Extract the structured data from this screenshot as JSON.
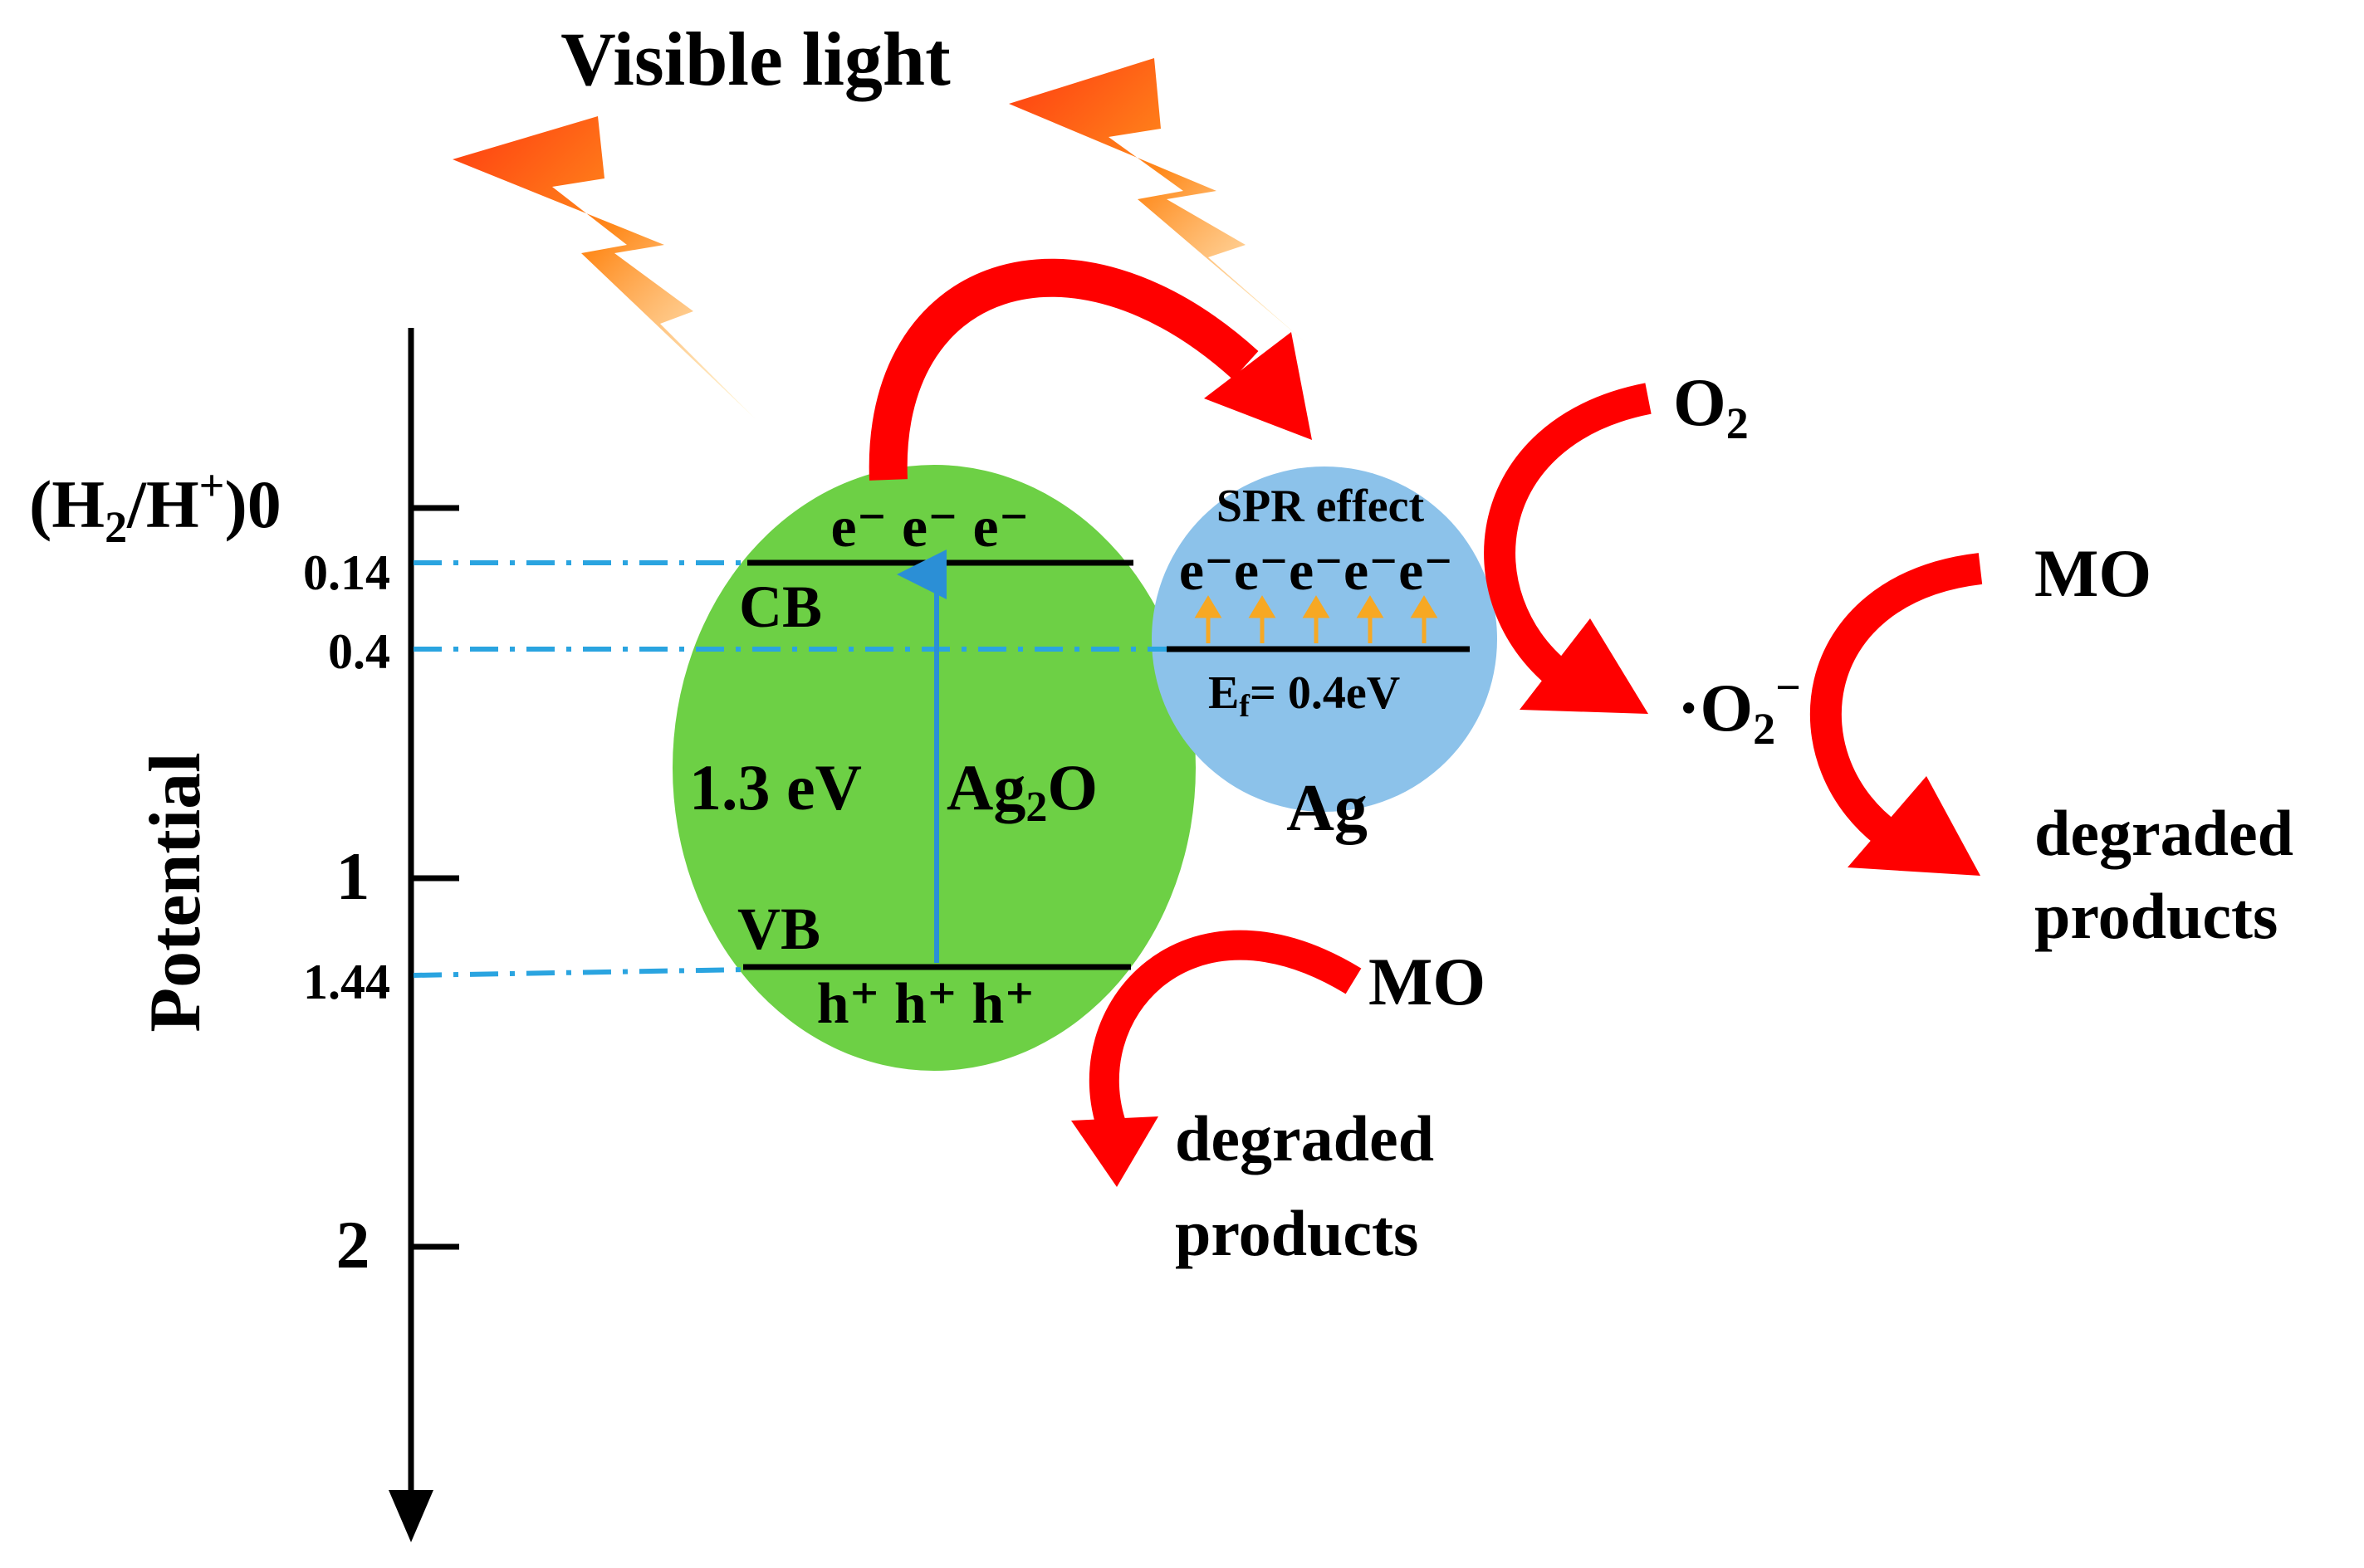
{
  "title": "Visible light",
  "axis": {
    "label": "Potential",
    "zero_tick_label_parts": {
      "open": "(H",
      "sub": "2",
      "slash": "/H",
      "sup": "+",
      "close": ")0"
    },
    "tick_labels": [
      "1",
      "2"
    ],
    "level_labels": [
      "0.14",
      "0.4",
      "1.44"
    ]
  },
  "ag2o": {
    "electrons": "e⁻ e⁻ e⁻",
    "cb_label": "CB",
    "vb_label": "VB",
    "gap_label": "1.3 eV",
    "name_parts": {
      "main": "Ag",
      "sub": "2",
      "tail": "O"
    },
    "holes": "h⁺ h⁺ h⁺"
  },
  "ag": {
    "spr_label": "SPR effect",
    "electrons": "e⁻e⁻e⁻e⁻e⁻",
    "fermi_parts": {
      "main": "E",
      "sub": "f",
      "tail": "= 0.4eV"
    },
    "name": "Ag"
  },
  "reactions": {
    "o2_parts": {
      "main": "O",
      "sub": "2"
    },
    "superoxide_parts": {
      "pre": "·O",
      "sub": "2",
      "sup": "−"
    },
    "mo_top": "MO",
    "degraded_top_line1": "degraded",
    "degraded_top_line2": "products",
    "mo_bottom": "MO",
    "degraded_bottom_line1": "degraded",
    "degraded_bottom_line2": "products"
  },
  "colors": {
    "ag2o_fill": "#6dd045",
    "ag_fill": "#8cc2ea",
    "arrow_red": "#ff0000",
    "guide_blue": "#2aa4e0",
    "excitation_blue": "#2b8fd6",
    "spr_arrow_orange": "#f7a823"
  }
}
